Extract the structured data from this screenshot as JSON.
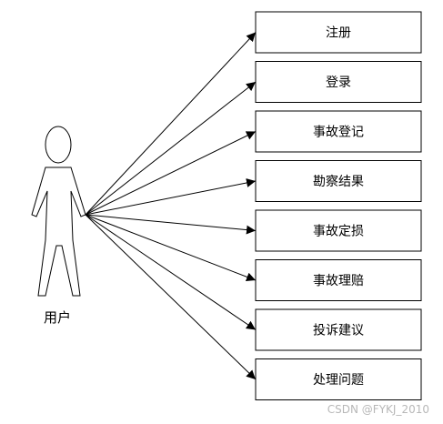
{
  "actor": {
    "label": "用户"
  },
  "use_cases": [
    {
      "label": "注册"
    },
    {
      "label": "登录"
    },
    {
      "label": "事故登记"
    },
    {
      "label": "勘察结果"
    },
    {
      "label": "事故定损"
    },
    {
      "label": "事故理赔"
    },
    {
      "label": "投诉建议"
    },
    {
      "label": "处理问题"
    }
  ],
  "watermark": "CSDN @FYKJ_2010"
}
